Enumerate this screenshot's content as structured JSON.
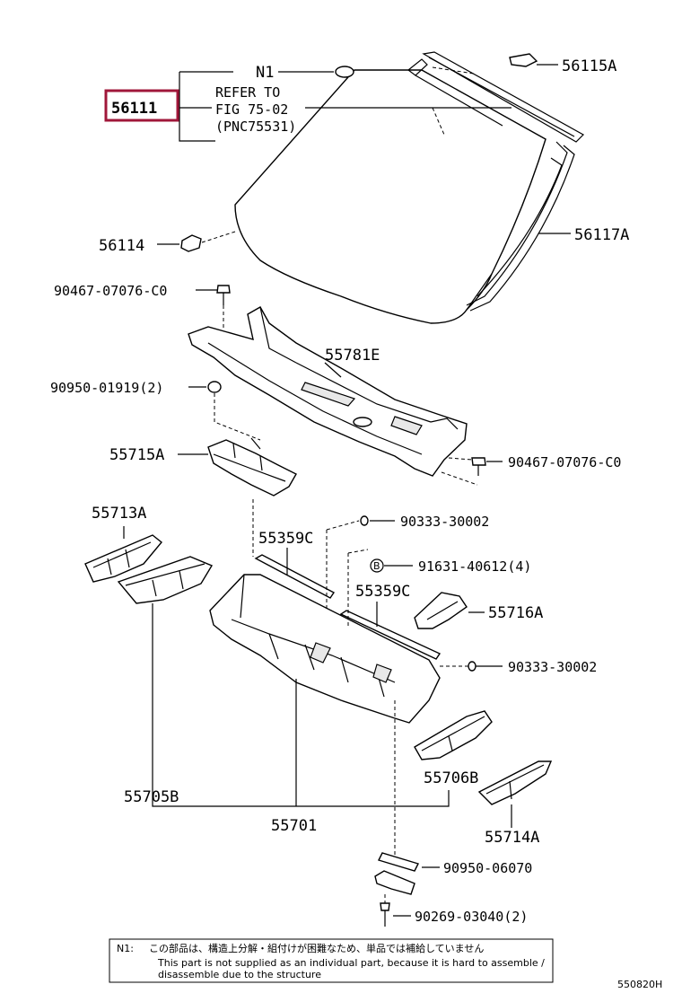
{
  "diagram": {
    "callouts": {
      "n1": "N1",
      "p56111": "56111",
      "refer": "REFER TO",
      "fig": "FIG 75-02",
      "pnc": "(PNC75531)",
      "p56115a": "56115A",
      "p56114": "56114",
      "p56117a": "56117A",
      "p90467a": "90467-07076-C0",
      "p55781e": "55781E",
      "p90950_01919": "90950-01919(2)",
      "p55715a": "55715A",
      "p90467b": "90467-07076-C0",
      "p55713a": "55713A",
      "p90333a": "90333-30002",
      "p55359c_a": "55359C",
      "b_marker": "B",
      "p91631": "91631-40612(4)",
      "p55359c_b": "55359C",
      "p55716a": "55716A",
      "p90333b": "90333-30002",
      "p55706b": "55706B",
      "p55705b": "55705B",
      "p55701": "55701",
      "p55714a": "55714A",
      "p90950_06070": "90950-06070",
      "p90269": "90269-03040(2)"
    },
    "note": {
      "tag": "N1:",
      "jp": "この部品は、構造上分解・組付けが困難なため、単品では補給していません",
      "en1": "This part is not supplied as an individual part, because it is hard to assemble /",
      "en2": "disassemble due to the structure"
    },
    "figure_id": "550820H",
    "highlight_color": "#a0173a"
  }
}
